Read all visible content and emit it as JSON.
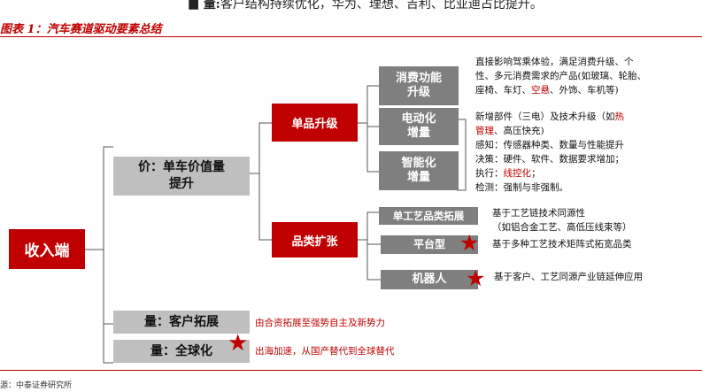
{
  "top_bullet": {
    "marker": "■",
    "label": "量:",
    "text": "客户结构持续优化，华为、理想、吉利、比亚迪占比提升。"
  },
  "caption": "图表 1：汽车赛道驱动要素总结",
  "root": "收入端",
  "price": {
    "title": "价：单车价值量提升",
    "line1": "价：单车价值量",
    "line2": "提升"
  },
  "single_upgrade": "单品升级",
  "category_expand": "品类扩张",
  "sub": {
    "consumer": {
      "line1": "消费功能",
      "line2": "升级"
    },
    "electric": {
      "line1": "电动化",
      "line2": "增量"
    },
    "smart": {
      "line1": "智能化",
      "line2": "增量"
    }
  },
  "desc": {
    "consumer_1": "直接影响驾乘体验，满足消费升级、个",
    "consumer_2": "性、多元消费需求的产品(如玻璃、轮胎、",
    "consumer_3a": "座椅、车灯、",
    "consumer_3b": "空悬",
    "consumer_3c": "、外饰、车机等)",
    "electric_1a": "新增部件（三电）及技术升级（如",
    "electric_1b": "热",
    "electric_2a": "管理",
    "electric_2b": "、高压快充)",
    "smart_1": "感知：传感器种类、数量与性能提升",
    "smart_2": "决策：硬件、软件、数据要求增加；",
    "smart_3a": "执行：",
    "smart_3b": "线控化",
    "smart_3c": "；",
    "smart_4": "检测：强制与非强制。"
  },
  "category": {
    "single_process": "单工艺品类拓展",
    "single_process_desc_1": "基于工艺链技术同源性",
    "single_process_desc_2": "（如铝合金工艺、高低压线束等）",
    "platform": "平台型",
    "platform_desc": "基于多种工艺技术矩阵式拓宽品类",
    "robot": "机器人",
    "robot_desc": "基于客户、工艺同源产业链延伸应用"
  },
  "volume_customer": {
    "label": "量：客户拓展",
    "desc": "由合资拓展至强势自主及新势力"
  },
  "volume_global": {
    "label": "量：全球化",
    "desc": "出海加速，从国产替代到全球替代"
  },
  "star_glyph": "★",
  "source": "源：中泰证券研究所",
  "colors": {
    "accent": "#c00000",
    "gray_dark": "#7f7f7f",
    "gray_light": "#bfbfbf"
  }
}
